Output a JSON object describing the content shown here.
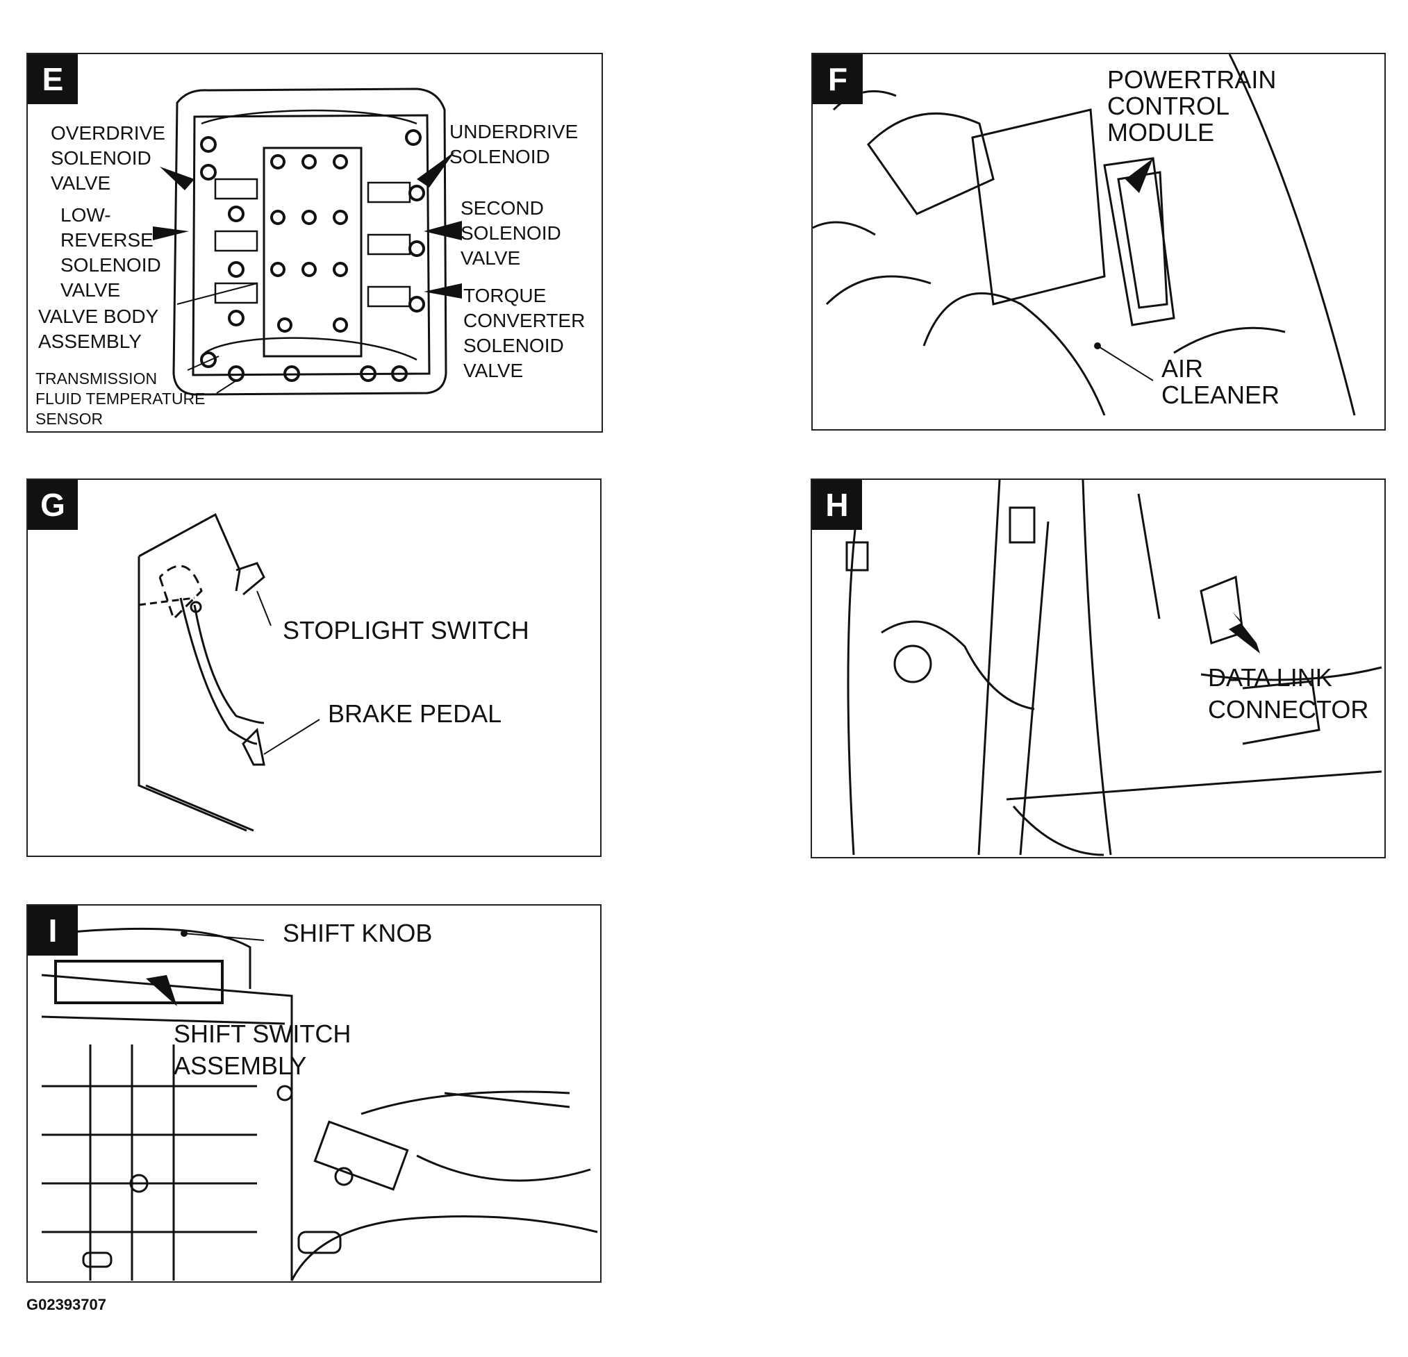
{
  "figure_id": "G02393707",
  "panels": {
    "E": {
      "tag": "E",
      "labels": {
        "overdrive": "OVERDRIVE\nSOLENOID\nVALVE",
        "underdrive": "UNDERDRIVE\nSOLENOID",
        "low_reverse": "LOW-\nREVERSE\nSOLENOID\nVALVE",
        "second": "SECOND\nSOLENOID\nVALVE",
        "valve_body": "VALVE BODY\nASSEMBLY",
        "torque_converter": "TORQUE\nCONVERTER\nSOLENOID\nVALVE",
        "fluid_temp": "TRANSMISSION\nFLUID TEMPERATURE\nSENSOR"
      }
    },
    "F": {
      "tag": "F",
      "labels": {
        "pcm": "POWERTRAIN\nCONTROL\nMODULE",
        "air_cleaner": "AIR\nCLEANER"
      }
    },
    "G": {
      "tag": "G",
      "labels": {
        "stoplight": "STOPLIGHT SWITCH",
        "brake_pedal": "BRAKE PEDAL"
      }
    },
    "H": {
      "tag": "H",
      "labels": {
        "dlc": "DATA LINK\nCONNECTOR"
      }
    },
    "I": {
      "tag": "I",
      "labels": {
        "shift_knob": "SHIFT KNOB",
        "shift_switch": "SHIFT SWITCH\nASSEMBLY"
      }
    }
  }
}
